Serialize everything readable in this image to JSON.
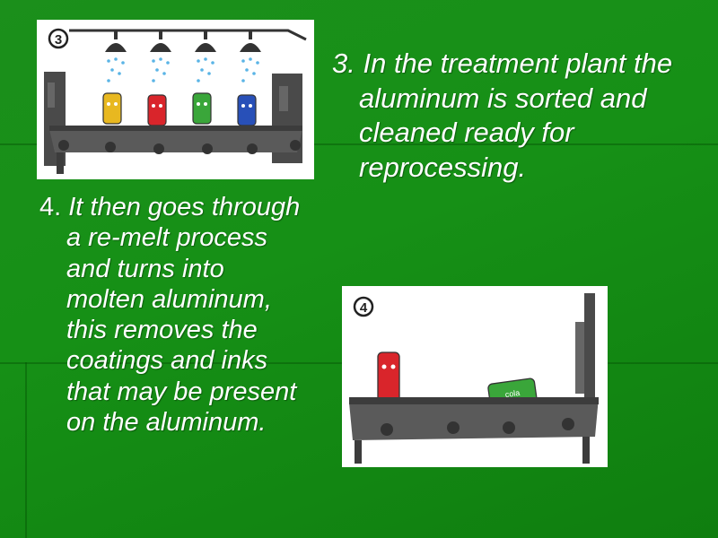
{
  "step3": {
    "number": "3.",
    "text": " In the treatment plant the aluminum is sorted and cleaned ready for reprocessing."
  },
  "step4": {
    "number": "4.",
    "text": " It then goes through a re-melt process and turns into molten aluminum, this removes the coatings and inks that may be present on the aluminum."
  },
  "illustrations": {
    "top": {
      "badge": "3"
    },
    "bottom": {
      "badge": "4",
      "can_label": "cola"
    }
  },
  "colors": {
    "background": "#1b8f1b",
    "text": "#ffffff",
    "conveyor": "#555555"
  }
}
